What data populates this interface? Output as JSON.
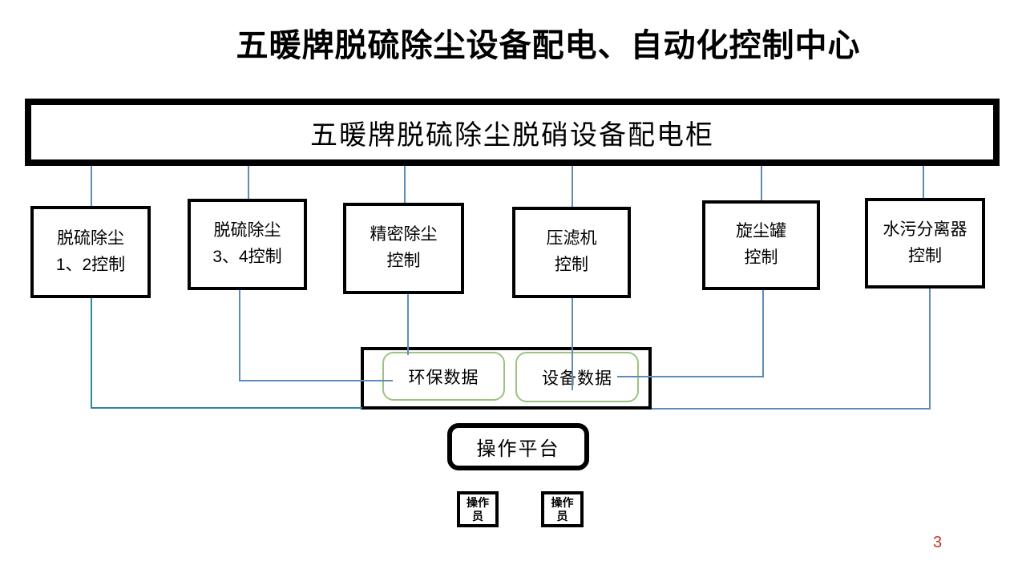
{
  "title": "五暖牌脱硫除尘设备配电、自动化控制中心",
  "main_cabinet": {
    "label": "五暖牌脱硫除尘脱硝设备配电柜"
  },
  "devices": [
    {
      "line1": "脱硫除尘",
      "line2": "1、2控制"
    },
    {
      "line1": "脱硫除尘",
      "line2": "3、4控制"
    },
    {
      "line1": "精密除尘",
      "line2": "控制"
    },
    {
      "line1": "压滤机",
      "line2": "控制"
    },
    {
      "line1": "旋尘罐",
      "line2": "控制"
    },
    {
      "line1": "水污分离器",
      "line2": "控制"
    }
  ],
  "data_panel": {
    "env_label": "环保数据",
    "device_label": "设备数据"
  },
  "operation_platform": {
    "label": "操作平台"
  },
  "operators": [
    {
      "label": "操作员"
    },
    {
      "label": "操作员"
    }
  ],
  "page_number": "3",
  "colors": {
    "connector": "#5e8cb8",
    "connector-teal": "#31859c",
    "green-border": "#9dc380",
    "page-number": "#c0392b",
    "box-border": "#000000"
  }
}
